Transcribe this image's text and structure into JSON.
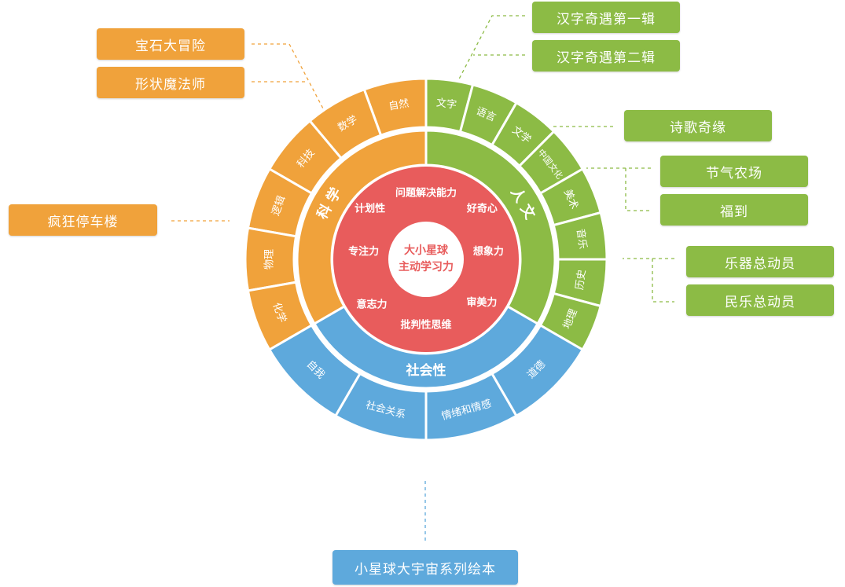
{
  "colors": {
    "science": "#f0a23b",
    "humanities": "#8cbb45",
    "social": "#5ea9dc",
    "core": "#e85c5c",
    "center": "#ffffff"
  },
  "center": {
    "line1": "大小星球",
    "line2": "主动学习力"
  },
  "core_skills": [
    "问题解决能力",
    "好奇心",
    "想象力",
    "审美力",
    "批判性思维",
    "意志力",
    "专注力",
    "计划性"
  ],
  "domains": {
    "science": "科 学",
    "humanities": "人 文",
    "social": "社会性"
  },
  "science_subjects": [
    "自然",
    "数学",
    "科技",
    "逻辑",
    "物理",
    "化学"
  ],
  "humanities_subjects": [
    "文字",
    "语言",
    "文学",
    "中国文化",
    "美术",
    "音乐",
    "历史",
    "地理"
  ],
  "social_subjects": [
    "自我",
    "社会关系",
    "情绪和情感",
    "道德"
  ],
  "books": {
    "gem": "宝石大冒险",
    "shape": "形状魔法师",
    "parking": "疯狂停车楼",
    "hanzi1": "汉字奇遇第一辑",
    "hanzi2": "汉字奇遇第二辑",
    "poem": "诗歌奇缘",
    "farm": "节气农场",
    "fudao": "福到",
    "instrument": "乐器总动员",
    "folk": "民乐总动员",
    "series": "小星球大宇宙系列绘本"
  }
}
